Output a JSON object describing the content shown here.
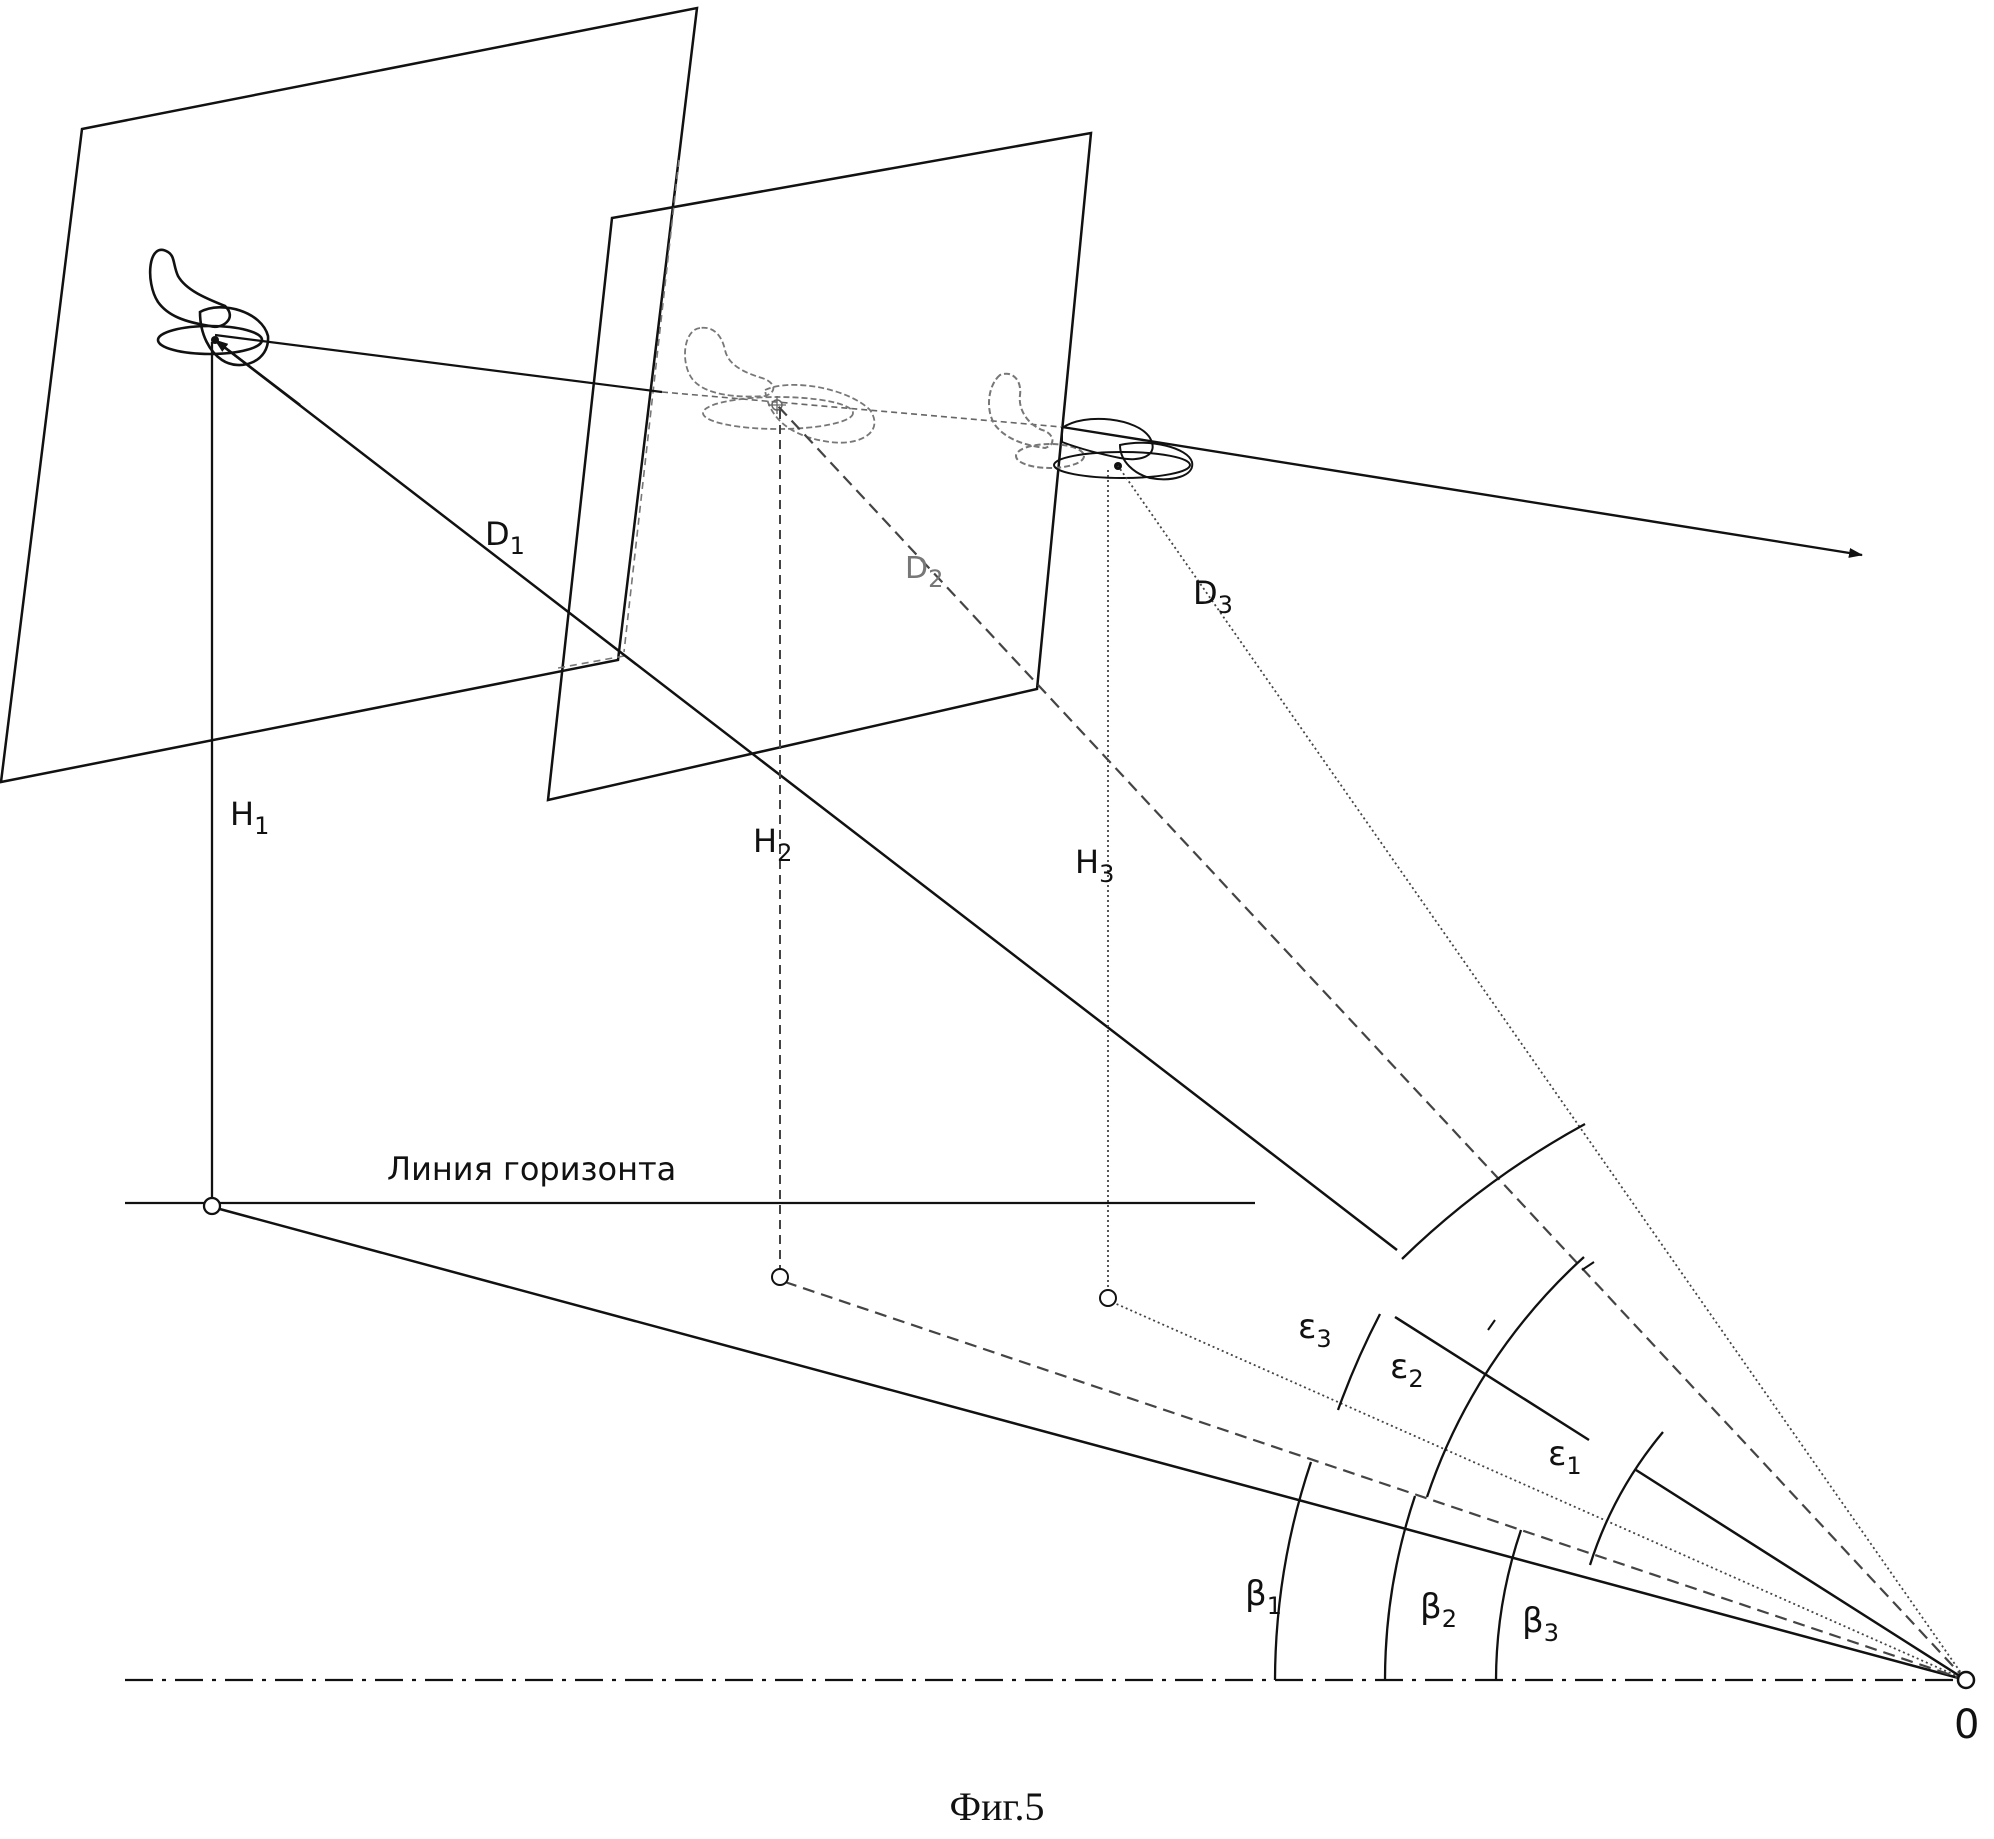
{
  "figure": {
    "caption": "Фиг.5",
    "horizon_label": "Линия горизонта",
    "origin_label": "0",
    "colors": {
      "ink": "#111111",
      "faint": "#777777",
      "background": "#ffffff"
    }
  },
  "labels": {
    "D1": {
      "base": "D",
      "sub": "1"
    },
    "D2": {
      "base": "D",
      "sub": "2"
    },
    "D3": {
      "base": "D",
      "sub": "3"
    },
    "H1": {
      "base": "H",
      "sub": "1"
    },
    "H2": {
      "base": "H",
      "sub": "2"
    },
    "H3": {
      "base": "H",
      "sub": "3"
    },
    "e1": {
      "base": "ε",
      "sub": "1"
    },
    "e2": {
      "base": "ε",
      "sub": "2"
    },
    "e3": {
      "base": "ε",
      "sub": "3"
    },
    "b1": {
      "base": "β",
      "sub": "1"
    },
    "b2": {
      "base": "β",
      "sub": "2"
    },
    "b3": {
      "base": "β",
      "sub": "3"
    }
  }
}
